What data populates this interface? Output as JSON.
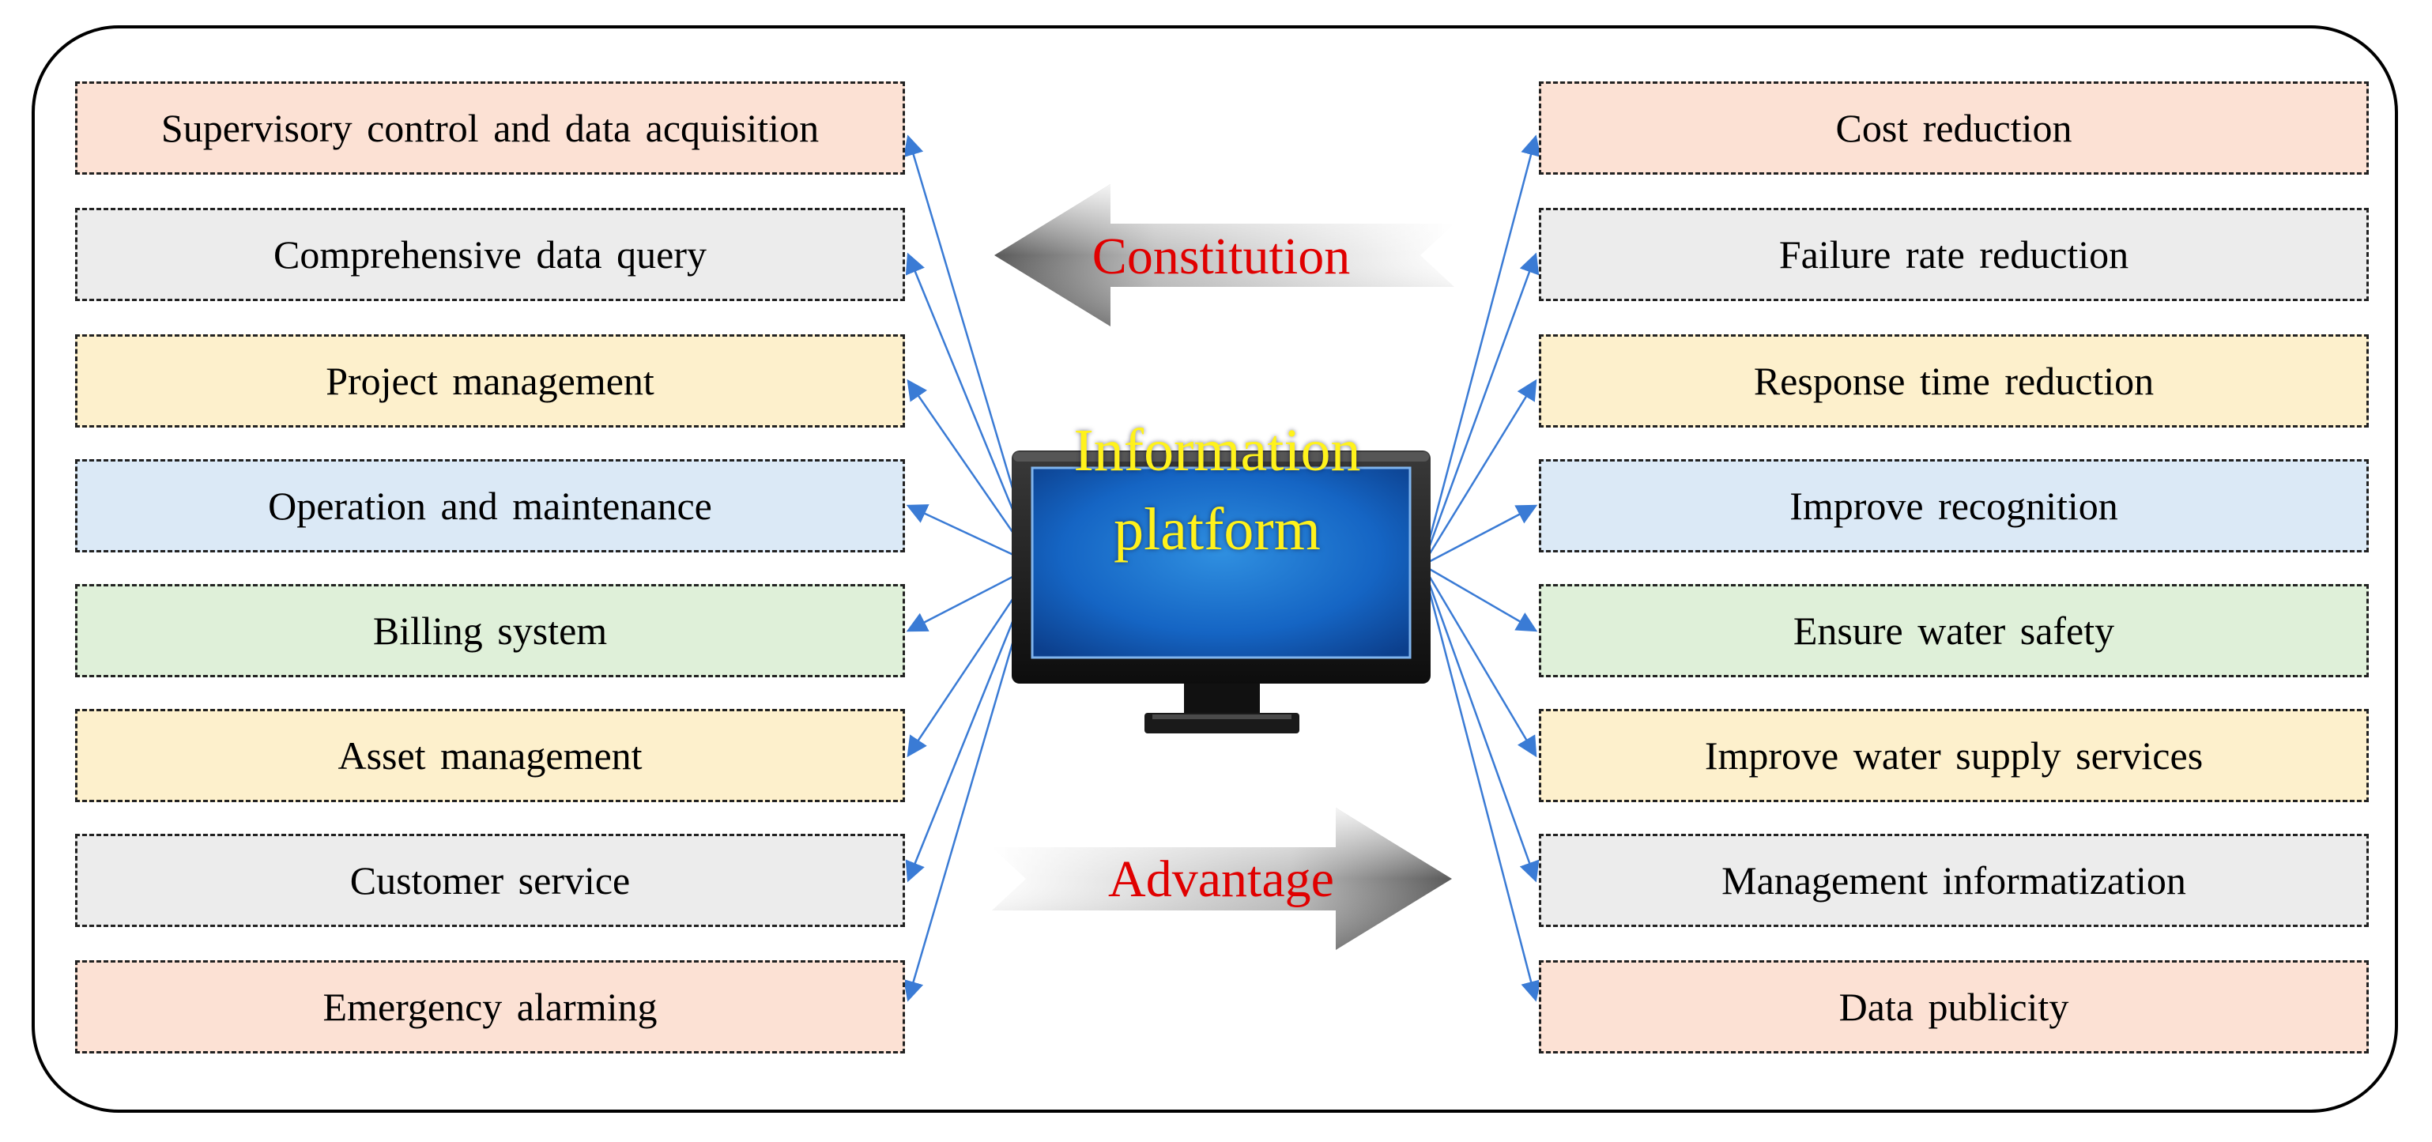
{
  "colors": {
    "peach": "#fce1d4",
    "grey": "#ececec",
    "yellow": "#fdf0cc",
    "blue": "#dbe9f6",
    "green": "#dff0d9",
    "connector": "#3a7bd5",
    "label_red": "#e00000",
    "screen_text": "#fff21c"
  },
  "left_boxes": [
    {
      "label": "Supervisory control and data acquisition",
      "color": "peach"
    },
    {
      "label": "Comprehensive data query",
      "color": "grey"
    },
    {
      "label": "Project management",
      "color": "yellow"
    },
    {
      "label": "Operation and maintenance",
      "color": "blue"
    },
    {
      "label": "Billing system",
      "color": "green"
    },
    {
      "label": "Asset management",
      "color": "yellow"
    },
    {
      "label": "Customer service",
      "color": "grey"
    },
    {
      "label": "Emergency alarming",
      "color": "peach"
    }
  ],
  "right_boxes": [
    {
      "label": "Cost reduction",
      "color": "peach"
    },
    {
      "label": "Failure rate reduction",
      "color": "grey"
    },
    {
      "label": "Response time reduction",
      "color": "yellow"
    },
    {
      "label": "Improve recognition",
      "color": "blue"
    },
    {
      "label": "Ensure water safety",
      "color": "green"
    },
    {
      "label": "Improve water supply services",
      "color": "yellow"
    },
    {
      "label": "Management informatization",
      "color": "grey"
    },
    {
      "label": "Data publicity",
      "color": "peach"
    }
  ],
  "center": {
    "line1": "Information",
    "line2": "platform",
    "icon": "monitor-icon"
  },
  "arrows": {
    "constitution": {
      "label": "Constitution",
      "direction": "left"
    },
    "advantage": {
      "label": "Advantage",
      "direction": "right"
    }
  }
}
